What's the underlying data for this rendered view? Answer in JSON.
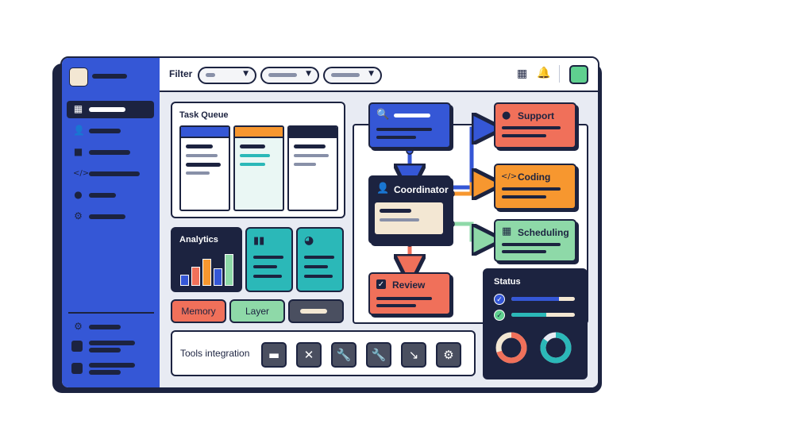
{
  "topbar": {
    "filter_label": "Filter",
    "grid_icon": "grid-icon",
    "bell_icon": "bell-icon",
    "avatar_color": "#5fd08f"
  },
  "sidebar": {
    "items": [
      {
        "icon": "dashboard-icon",
        "active": true
      },
      {
        "icon": "user-icon",
        "active": false
      },
      {
        "icon": "folder-icon",
        "active": false
      },
      {
        "icon": "code-icon",
        "active": false
      },
      {
        "icon": "team-icon",
        "active": false
      },
      {
        "icon": "settings-icon",
        "active": false
      }
    ],
    "bottom_items": [
      {
        "icon": "settings-icon"
      },
      {
        "icon": "account-icon"
      },
      {
        "icon": "account-icon"
      }
    ]
  },
  "task_queue": {
    "title": "Task Queue"
  },
  "analytics": {
    "title": "Analytics",
    "bar_levels": [
      0.3,
      0.55,
      0.8,
      0.5,
      0.95
    ]
  },
  "chips": {
    "memory": "Memory",
    "layer": "Layer"
  },
  "tools": {
    "title": "Tools integration",
    "icons": [
      "folder-icon",
      "tools-icon",
      "wrench-icon",
      "wrench-icon",
      "folder-arrow-icon",
      "gear-icon"
    ]
  },
  "workflow": {
    "coordinator": "Coordinator",
    "support": "Support",
    "coding": "Coding",
    "scheduling": "Scheduling",
    "review": "Review"
  },
  "status": {
    "title": "Status",
    "progress": [
      0.75,
      0.55
    ],
    "donuts": [
      0.7,
      0.85
    ]
  },
  "colors": {
    "navy": "#1c2340",
    "blue": "#3557d6",
    "coral": "#f0705a",
    "orange": "#f7972f",
    "green": "#8ed9a8",
    "teal": "#2bb8b8",
    "cream": "#f3e7d3"
  }
}
